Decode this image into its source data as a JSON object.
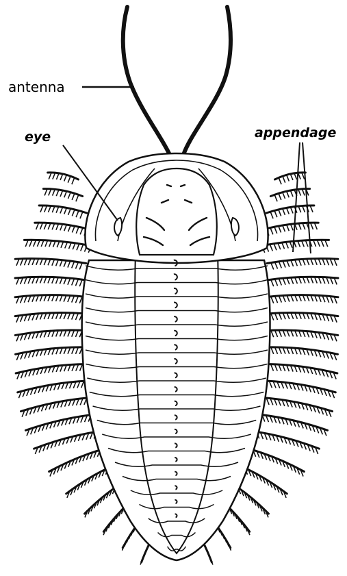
{
  "labels": {
    "antenna": "antenna",
    "eye": "eye",
    "appendage": "appendage"
  },
  "colors": {
    "ink": "#111111",
    "paper": "#ffffff"
  },
  "body_segment_count": 21,
  "leg_rows_per_side": 22
}
